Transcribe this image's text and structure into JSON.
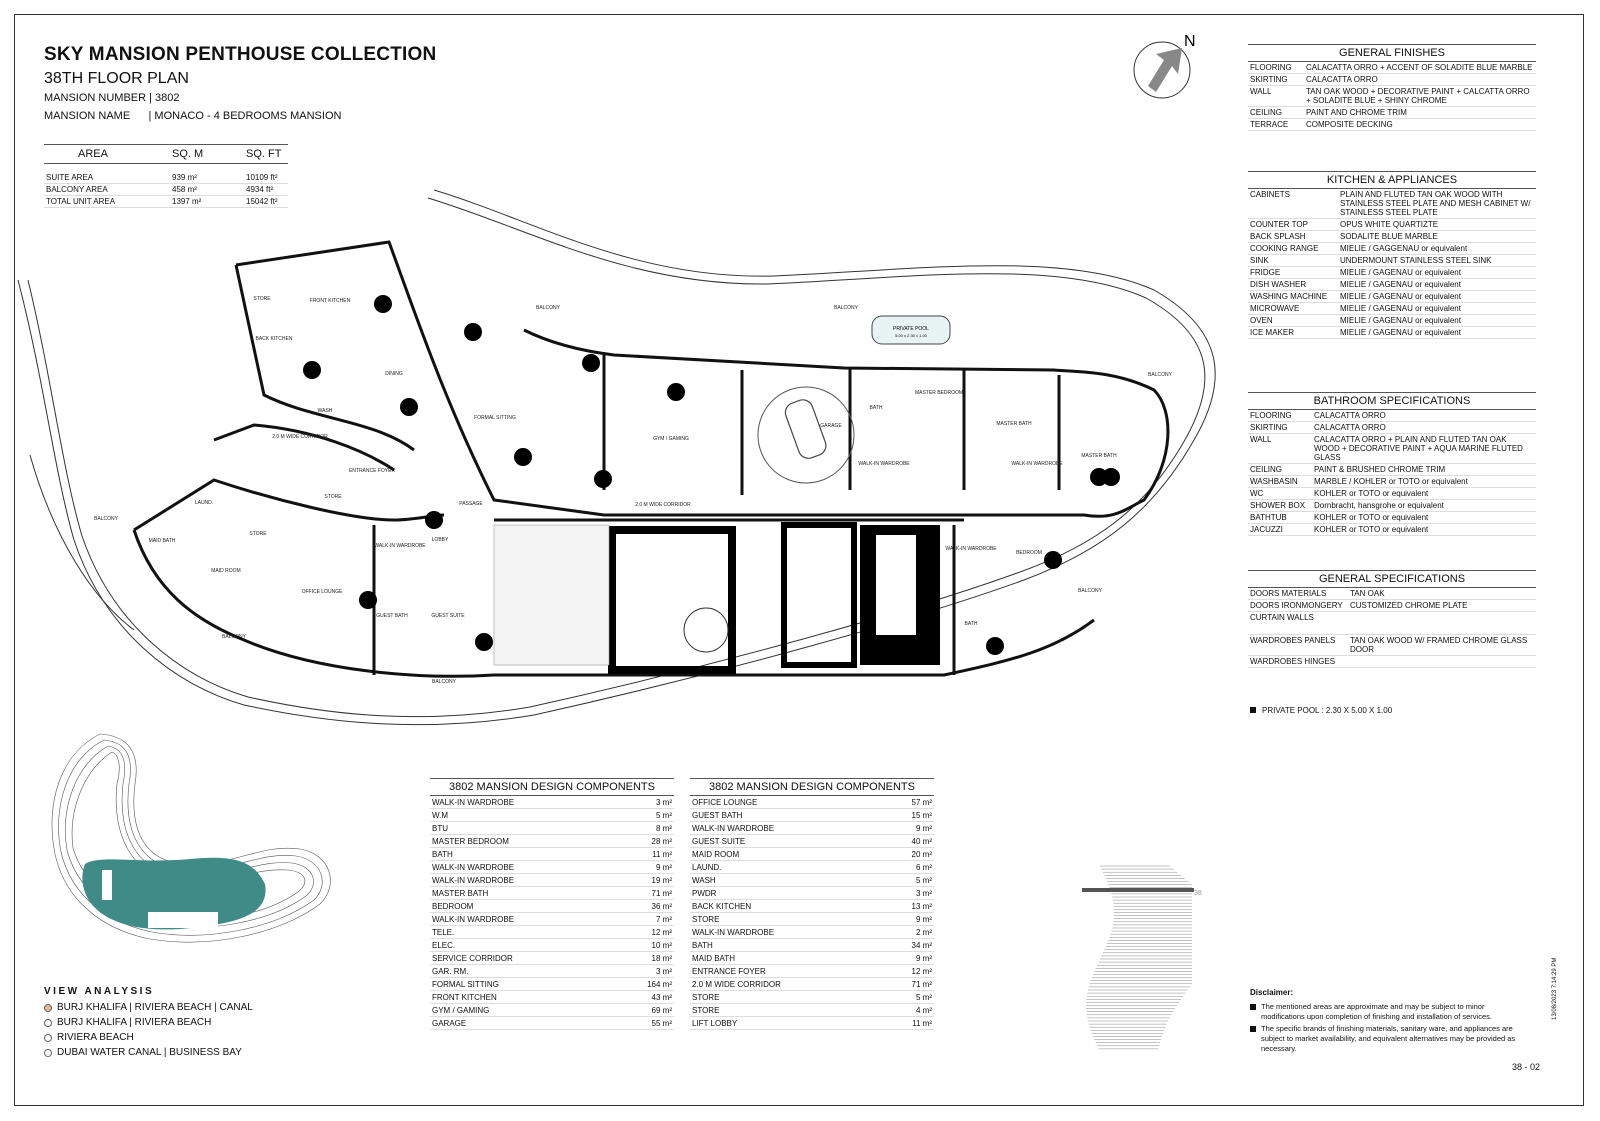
{
  "title": {
    "collection": "SKY MANSION PENTHOUSE COLLECTION",
    "floor": "38TH FLOOR PLAN",
    "mansion_number": "MANSION NUMBER | 3802",
    "mansion_name": "MANSION NAME      | MONACO - 4 BEDROOMS MANSION"
  },
  "area_table": {
    "headers": [
      "AREA",
      "SQ. M",
      "SQ. FT"
    ],
    "rows": [
      [
        "SUITE AREA",
        "939 m²",
        "10109 ft²"
      ],
      [
        "BALCONY AREA",
        "458 m²",
        "4934 ft²"
      ],
      [
        "TOTAL UNIT AREA",
        "1397 m²",
        "15042 ft²"
      ]
    ]
  },
  "compass_label": "N",
  "plan_labels": {
    "balcony": "BALCONY",
    "private_pool": "PRIVATE POOL",
    "private_pool_dims": "5.00 x 2.30 x 1.00",
    "front_kitchen": "FRONT KITCHEN",
    "store": "STORE",
    "back_kitchen": "BACK KITCHEN",
    "dining": "DINING",
    "wash": "WASH",
    "formal_sitting": "FORMAL SITTING",
    "gym": "GYM / GAMING",
    "garage": "GARAGE",
    "bath": "BATH",
    "master_bedroom": "MASTER BEDROOM",
    "master_bath": "MASTER BATH",
    "walk_in_wardrobe": "WALK-IN WARDROBE",
    "corridor_2m": "2.0 M WIDE CORRIDOR",
    "entrance_foyer": "ENTRANCE FOYER",
    "passage": "PASSAGE",
    "lobby": "LOBBY",
    "guest_suite": "GUEST SUITE",
    "guest_bath": "GUEST BATH",
    "office_lounge": "OFFICE LOUNGE",
    "maid_room": "MAID ROOM",
    "maid_bath": "MAID BATH",
    "laundry": "LAUND.",
    "bedroom": "BEDROOM"
  },
  "general_finishes": {
    "title": "GENERAL FINISHES",
    "rows": [
      [
        "FLOORING",
        "CALACATTA ORRO + ACCENT OF SOLADITE BLUE MARBLE"
      ],
      [
        "SKIRTING",
        "CALACATTA ORRO"
      ],
      [
        "WALL",
        "TAN OAK WOOD + DECORATIVE PAINT + CALCATTA ORRO + SOLADITE BLUE + SHINY CHROME"
      ],
      [
        "CEILING",
        "PAINT AND CHROME TRIM"
      ],
      [
        "TERRACE",
        "COMPOSITE DECKING"
      ]
    ]
  },
  "kitchen": {
    "title": "KITCHEN & APPLIANCES",
    "rows": [
      [
        "CABINETS",
        "PLAIN AND FLUTED TAN OAK WOOD WITH STAINLESS STEEL PLATE AND MESH CABINET W/ STAINLESS STEEL PLATE"
      ],
      [
        "COUNTER TOP",
        "OPUS WHITE QUARTIZTE"
      ],
      [
        "BACK SPLASH",
        "SODALITE BLUE MARBLE"
      ],
      [
        "COOKING RANGE",
        "MIELIE / GAGGENAU or equivalent"
      ],
      [
        "SINK",
        "UNDERMOUNT STAINLESS STEEL SINK"
      ],
      [
        "FRIDGE",
        "MIELIE / GAGENAU or equivalent"
      ],
      [
        "DISH WASHER",
        "MIELIE / GAGENAU or equivalent"
      ],
      [
        "WASHING MACHINE",
        "MIELIE / GAGENAU or equivalent"
      ],
      [
        "MICROWAVE",
        "MIELIE / GAGENAU or equivalent"
      ],
      [
        "OVEN",
        "MIELIE / GAGENAU or equivalent"
      ],
      [
        "ICE MAKER",
        "MIELIE / GAGENAU or equivalent"
      ]
    ]
  },
  "bathroom": {
    "title": "BATHROOM SPECIFICATIONS",
    "rows": [
      [
        "FLOORING",
        "CALACATTA ORRO"
      ],
      [
        "SKIRTING",
        "CALACATTA ORRO"
      ],
      [
        "WALL",
        "CALACATTA ORRO + PLAIN AND FLUTED TAN OAK WOOD + DECORATIVE PAINT + AQUA MARINE FLUTED GLASS"
      ],
      [
        "CEILING",
        "PAINT & BRUSHED CHROME TRIM"
      ],
      [
        "WASHBASIN",
        "MARBLE / KOHLER or TOTO or equivalent"
      ],
      [
        "WC",
        "KOHLER or TOTO or equivalent"
      ],
      [
        "SHOWER BOX",
        "Dornbracht, hansgrohe or equivalent"
      ],
      [
        "BATHTUB",
        "KOHLER or TOTO or equivalent"
      ],
      [
        "JACUZZI",
        "KOHLER or TOTO or equivalent"
      ]
    ]
  },
  "general_specs": {
    "title": "GENERAL SPECIFICATIONS",
    "rows": [
      [
        "DOORS MATERIALS",
        "TAN OAK"
      ],
      [
        "DOORS IRONMONGERY",
        "CUSTOMIZED CHROME PLATE"
      ],
      [
        "CURTAIN WALLS",
        ""
      ],
      [
        "WARDROBES PANELS",
        "TAN OAK WOOD W/ FRAMED CHROME GLASS DOOR"
      ],
      [
        "WARDROBES HINGES",
        ""
      ]
    ]
  },
  "pool_note": "PRIVATE POOL :  2.30 X 5.00 X 1.00",
  "components_left": {
    "title": "3802 MANSION DESIGN COMPONENTS",
    "rows": [
      [
        "WALK-IN WARDROBE",
        "3 m²"
      ],
      [
        "W.M",
        "5 m²"
      ],
      [
        "BTU",
        "8 m²"
      ],
      [
        "MASTER BEDROOM",
        "28 m²"
      ],
      [
        "BATH",
        "11 m²"
      ],
      [
        "WALK-IN WARDROBE",
        "9 m²"
      ],
      [
        "WALK-IN WARDROBE",
        "19 m²"
      ],
      [
        "MASTER BATH",
        "71 m²"
      ],
      [
        "BEDROOM",
        "36 m²"
      ],
      [
        "WALK-IN WARDROBE",
        "7 m²"
      ],
      [
        "TELE.",
        "12 m²"
      ],
      [
        "ELEC.",
        "10 m²"
      ],
      [
        "SERVICE CORRIDOR",
        "18 m²"
      ],
      [
        "GAR. RM.",
        "3 m²"
      ],
      [
        "FORMAL SITTING",
        "164 m²"
      ],
      [
        "FRONT KITCHEN",
        "43 m²"
      ],
      [
        "GYM / GAMING",
        "69 m²"
      ],
      [
        "GARAGE",
        "55 m²"
      ]
    ]
  },
  "components_right": {
    "title": "3802 MANSION DESIGN COMPONENTS",
    "rows": [
      [
        "OFFICE LOUNGE",
        "57 m²"
      ],
      [
        "GUEST BATH",
        "15 m²"
      ],
      [
        "WALK-IN WARDROBE",
        "9 m²"
      ],
      [
        "GUEST SUITE",
        "40 m²"
      ],
      [
        "MAID ROOM",
        "20 m²"
      ],
      [
        "LAUND.",
        "6 m²"
      ],
      [
        "WASH",
        "5 m²"
      ],
      [
        "PWDR",
        "3 m²"
      ],
      [
        "BACK KITCHEN",
        "13 m²"
      ],
      [
        "STORE",
        "9 m²"
      ],
      [
        "WALK-IN WARDROBE",
        "2 m²"
      ],
      [
        "BATH",
        "34 m²"
      ],
      [
        "MAID BATH",
        "9 m²"
      ],
      [
        "ENTRANCE FOYER",
        "12 m²"
      ],
      [
        "2.0 M WIDE CORRIDOR",
        "71 m²"
      ],
      [
        "STORE",
        "5 m²"
      ],
      [
        "STORE",
        "4 m²"
      ],
      [
        "LIFT LOBBY",
        "11 m²"
      ]
    ]
  },
  "view_analysis": {
    "title": "VIEW ANALYSIS",
    "items": [
      {
        "label": "BURJ KHALIFA | RIVIERA BEACH | CANAL",
        "color": "#e7b49a"
      },
      {
        "label": "BURJ KHALIFA | RIVIERA BEACH",
        "color": "#ffffff"
      },
      {
        "label": "RIVIERA BEACH",
        "color": "#ffffff"
      },
      {
        "label": "DUBAI WATER CANAL | BUSINESS BAY",
        "color": "#ffffff"
      }
    ]
  },
  "level_marker": "38",
  "disclaimer": {
    "title": "Disclaimer:",
    "items": [
      "The mentioned areas are approximate and may be subject to minor modifications  upon completion of finishing and installation of services.",
      "The specific brands of finishing materials, sanitary ware, and appliances are subject to market availability, and equivalent alternatives may be provided as necessary."
    ]
  },
  "page_number": "38 - 02",
  "date_stamp": "13/08/2023 7:14:29 PM",
  "colors": {
    "key_plan_highlight": "#3f8b87",
    "wall": "#111111",
    "core": "#000000"
  }
}
